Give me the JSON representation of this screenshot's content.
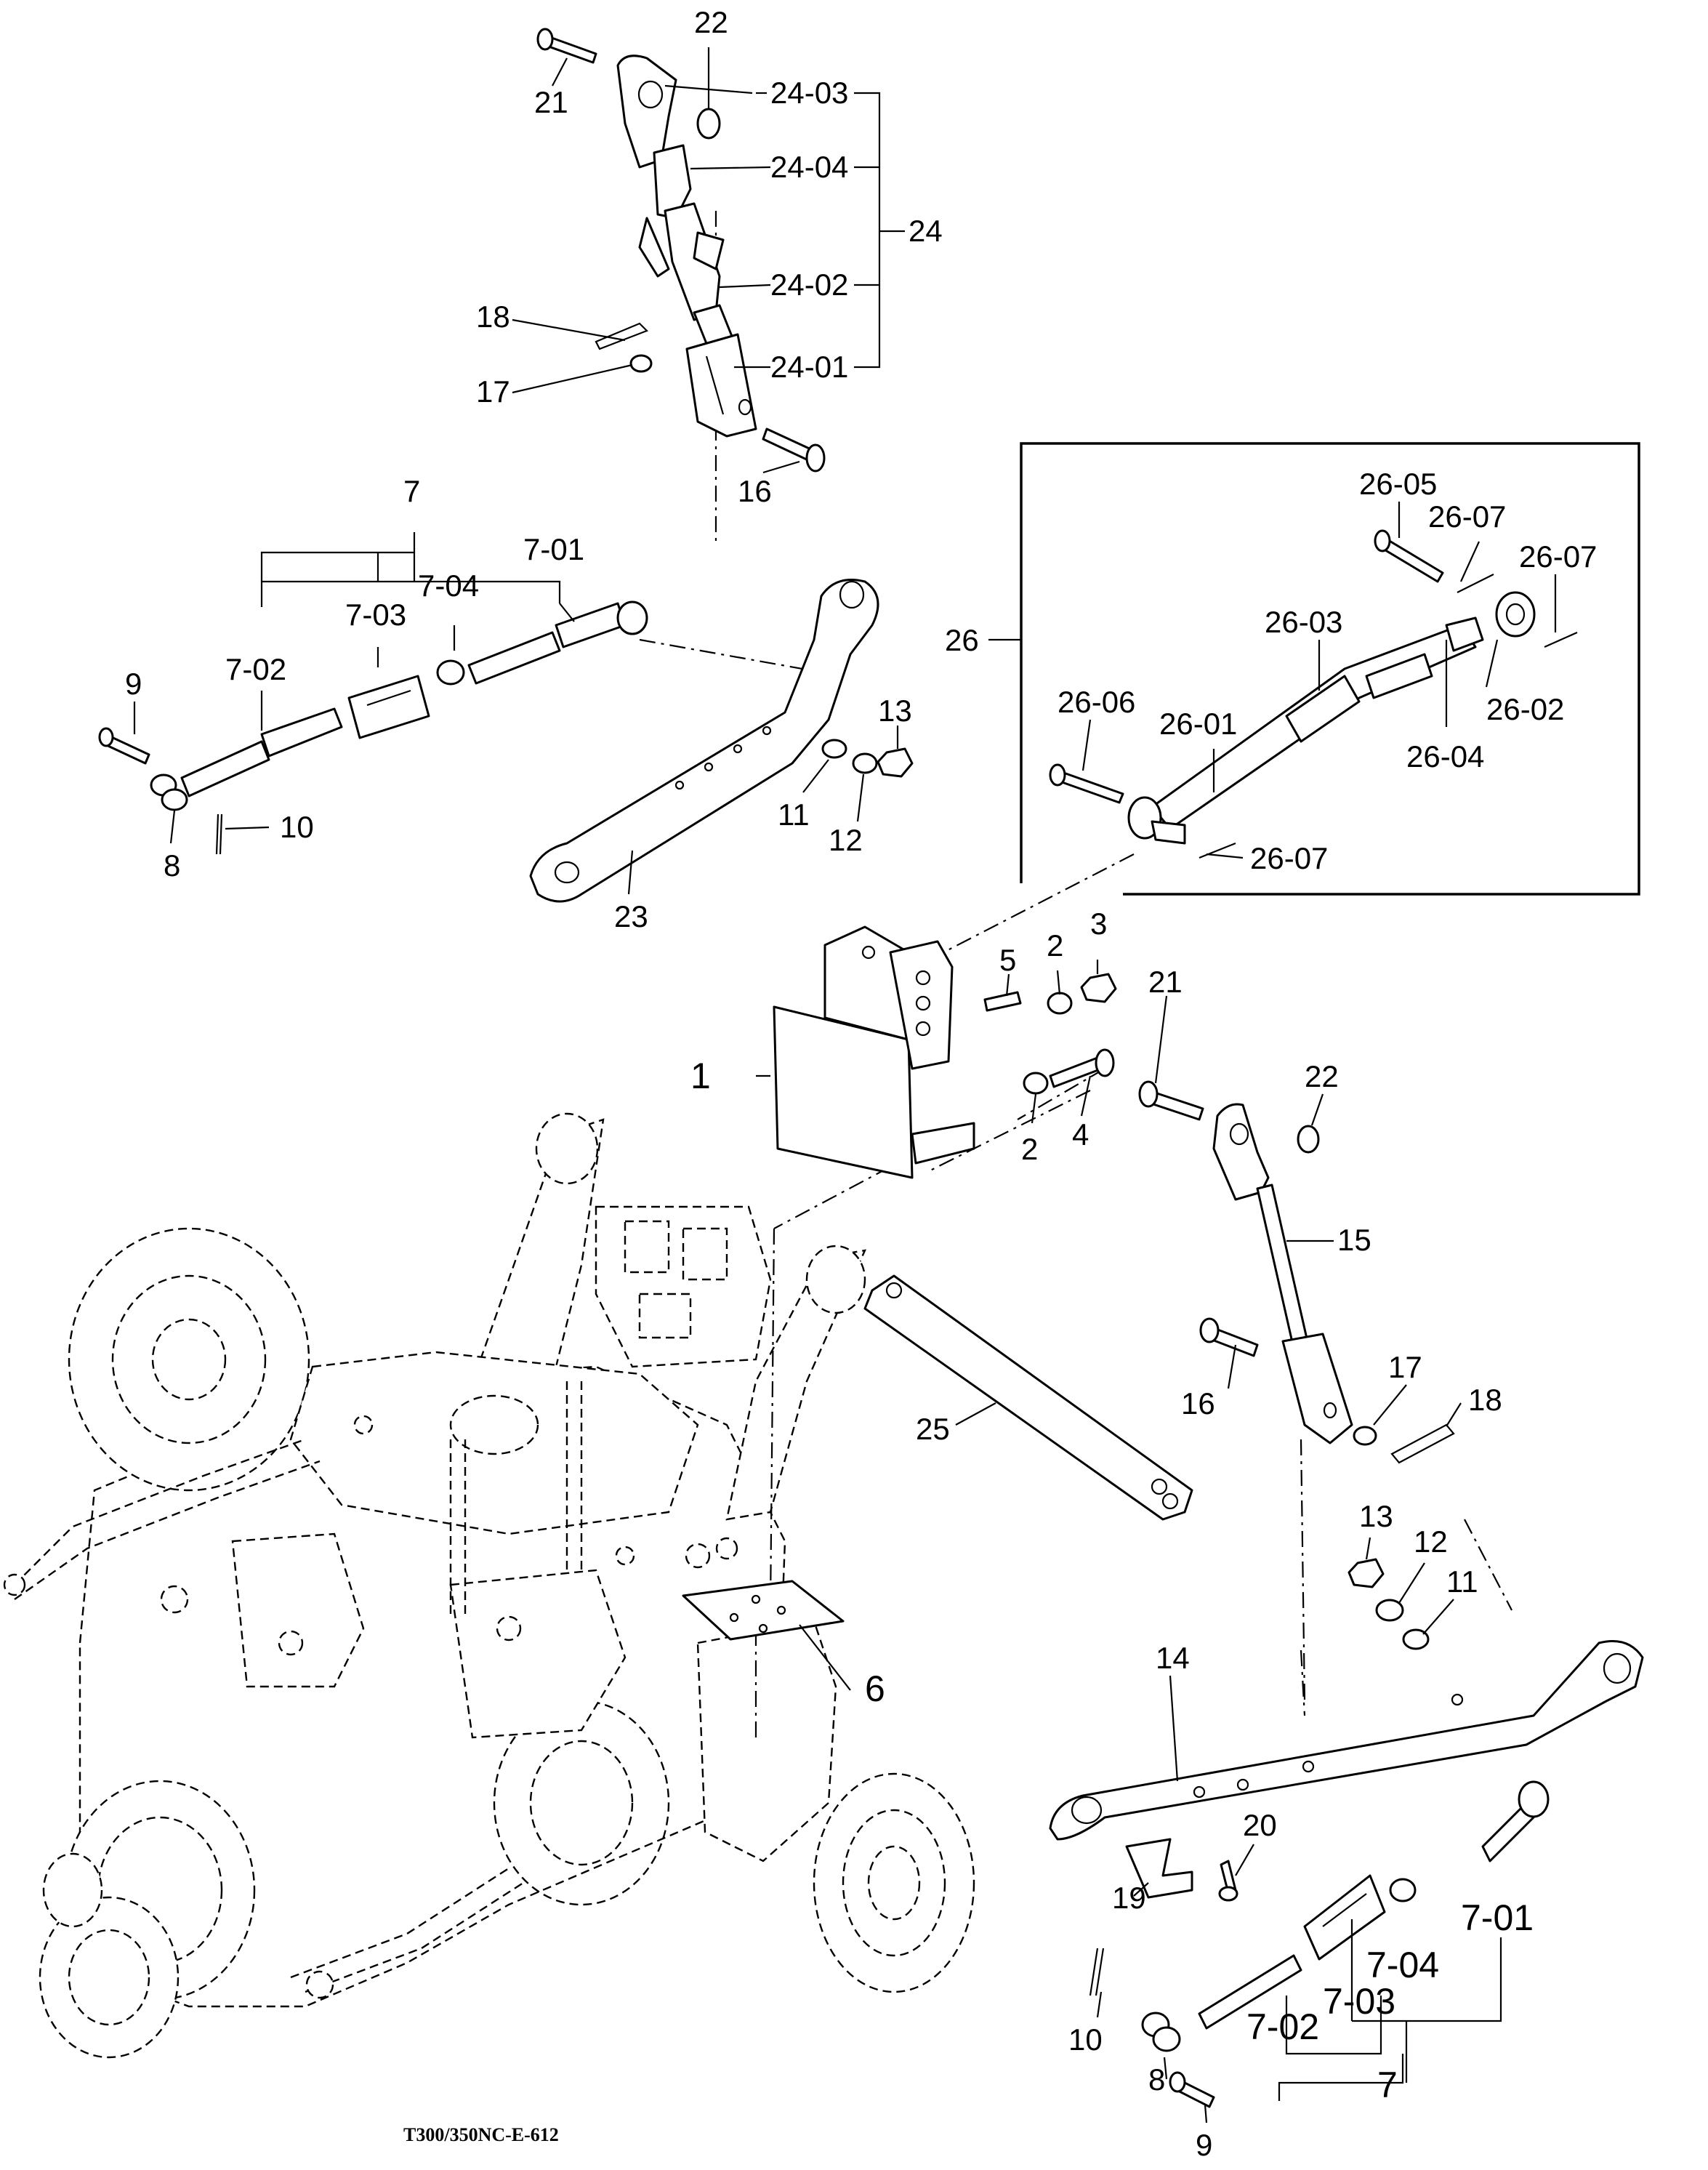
{
  "drawing_code": "T300/350NC-E-612",
  "callouts": {
    "top_link": {
      "n21": "21",
      "n22": "22",
      "n24_03": "24-03",
      "n24_04": "24-04",
      "n24": "24",
      "n24_02": "24-02",
      "n18": "18",
      "n24_01": "24-01",
      "n17": "17",
      "n16": "16"
    },
    "left_rod": {
      "n7": "7",
      "n7_01": "7-01",
      "n7_04": "7-04",
      "n7_03": "7-03",
      "n7_02": "7-02",
      "n9": "9",
      "n10": "10",
      "n8": "8"
    },
    "left_arm": {
      "n13": "13",
      "n11": "11",
      "n12": "12",
      "n23": "23"
    },
    "inset_26": {
      "n26": "26",
      "n26_05": "26-05",
      "n26_07a": "26-07",
      "n26_07b": "26-07",
      "n26_03": "26-03",
      "n26_06": "26-06",
      "n26_01": "26-01",
      "n26_02": "26-02",
      "n26_04": "26-04",
      "n26_07c": "26-07"
    },
    "bracket": {
      "n5": "5",
      "n2a": "2",
      "n3": "3",
      "n1": "1",
      "n2b": "2",
      "n4": "4"
    },
    "right_link": {
      "n21": "21",
      "n22": "22",
      "n15": "15",
      "n16": "16",
      "n17": "17",
      "n18": "18"
    },
    "lower_parts": {
      "n25": "25",
      "n6": "6",
      "n13": "13",
      "n12": "12",
      "n11": "11",
      "n14": "14",
      "n20": "20",
      "n19": "19"
    },
    "right_rod": {
      "n7_01": "7-01",
      "n7_04": "7-04",
      "n7_03": "7-03",
      "n7_02": "7-02",
      "n7": "7",
      "n10": "10",
      "n8": "8",
      "n9": "9"
    }
  }
}
